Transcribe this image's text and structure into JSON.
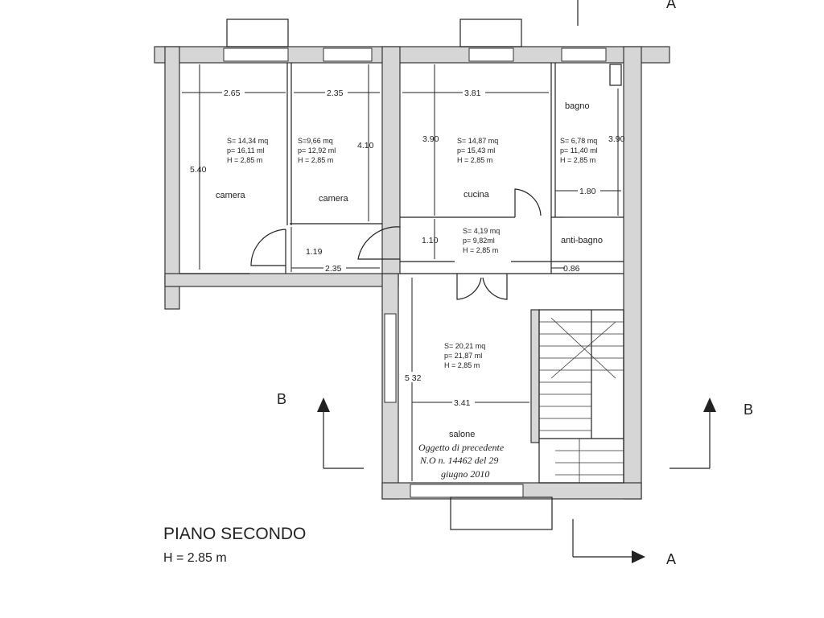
{
  "rooms": {
    "camera1": {
      "name": "camera",
      "s": "S= 14,34 mq",
      "p": "p= 16,11 ml",
      "h": "H = 2,85 m"
    },
    "camera2": {
      "name": "camera",
      "s": "S=9,66 mq",
      "p": "p= 12,92 ml",
      "h": "H = 2,85 m"
    },
    "cucina": {
      "name": "cucina",
      "s": "S= 14,87 mq",
      "p": "p= 15,43 ml",
      "h": "H = 2,85 m"
    },
    "bagno": {
      "name": "bagno",
      "s": "S= 6,78 mq",
      "p": "p= 11,40 ml",
      "h": "H = 2,85 m"
    },
    "disimpegno": {
      "s": "S= 4,19 mq",
      "p": "p= 9,82ml",
      "h": "H = 2,85 m"
    },
    "antibagno": {
      "name": "anti-bagno"
    },
    "salone": {
      "name": "salone",
      "s": "S= 20,21 mq",
      "p": "p= 21,87 ml",
      "h": "H = 2,85 m"
    }
  },
  "dimensions": {
    "d265": "2.65",
    "d235a": "2.35",
    "d381": "3.81",
    "d390a": "3.90",
    "d390b": "3.90",
    "d410": "4.10",
    "d540": "5.40",
    "d180": "1.80",
    "d119": "1.19",
    "d235b": "2.35",
    "d110": "1.10",
    "d086": "0.86",
    "d532": "5 32",
    "d341": "3.41"
  },
  "note": {
    "line1": "Oggetto di precedente",
    "line2": "N.O n. 14462 del 29",
    "line3": "giugno 2010"
  },
  "title": {
    "main": "PIANO SECONDO",
    "sub": "H = 2.85 m"
  },
  "sections": {
    "a_top": "A",
    "a_bottom": "A",
    "b_left": "B",
    "b_right": "B"
  }
}
